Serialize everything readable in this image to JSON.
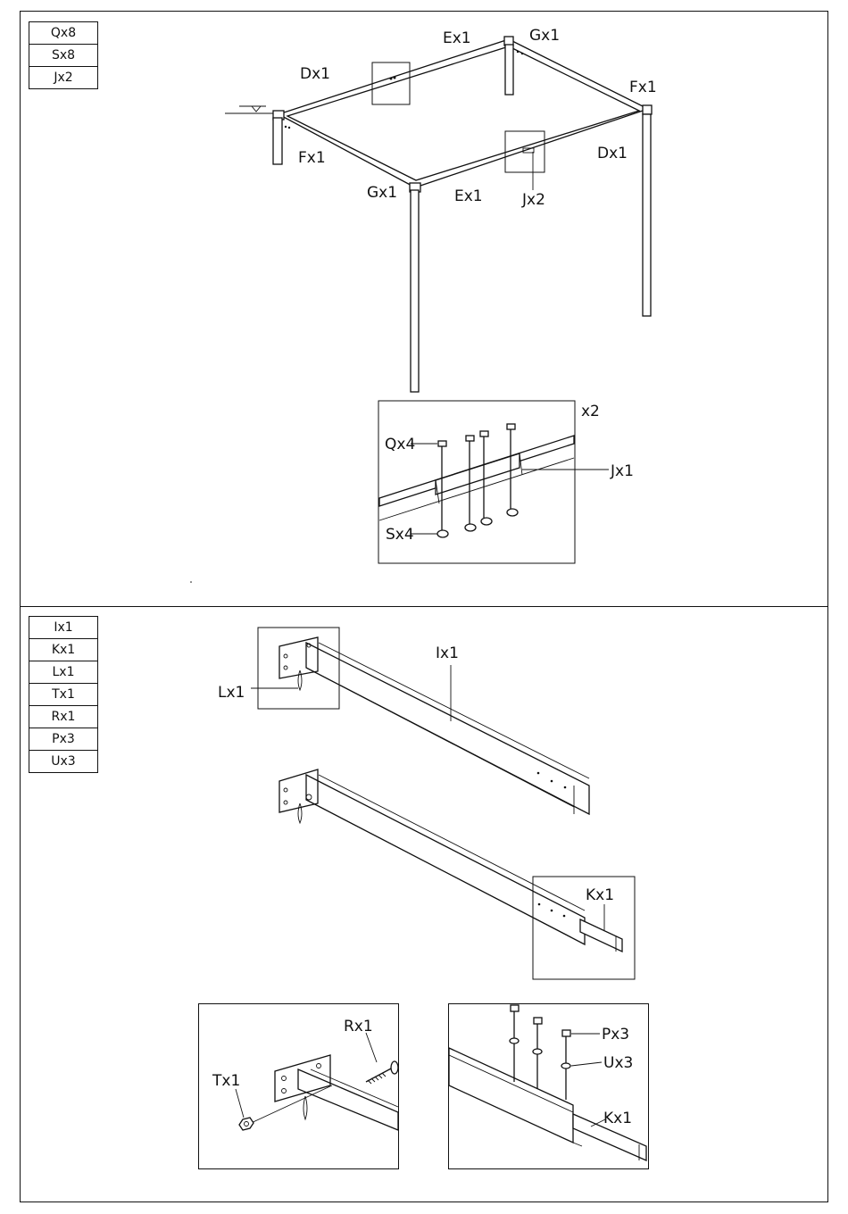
{
  "step1": {
    "parts": [
      "Qx8",
      "Sx8",
      "Jx2"
    ],
    "frame_labels": {
      "d_back": "Dx1",
      "e_back": "Ex1",
      "g_back": "Gx1",
      "f_right": "Fx1",
      "f_left": "Fx1",
      "d_right": "Dx1",
      "g_front": "Gx1",
      "e_front": "Ex1",
      "j_front": "Jx2"
    },
    "detail": {
      "multiplier": "x2",
      "bolt_label": "Qx4",
      "nut_label": "Sx4",
      "joint_label": "Jx1"
    }
  },
  "step2": {
    "parts": [
      "Ix1",
      "Kx1",
      "Lx1",
      "Tx1",
      "Rx1",
      "Px3",
      "Ux3"
    ],
    "labels": {
      "beam": "Ix1",
      "pin": "Lx1",
      "insert": "Kx1"
    },
    "detail_left": {
      "bolt": "Rx1",
      "nut": "Tx1"
    },
    "detail_right": {
      "screw": "Px3",
      "washer": "Ux3",
      "insert": "Kx1"
    }
  }
}
